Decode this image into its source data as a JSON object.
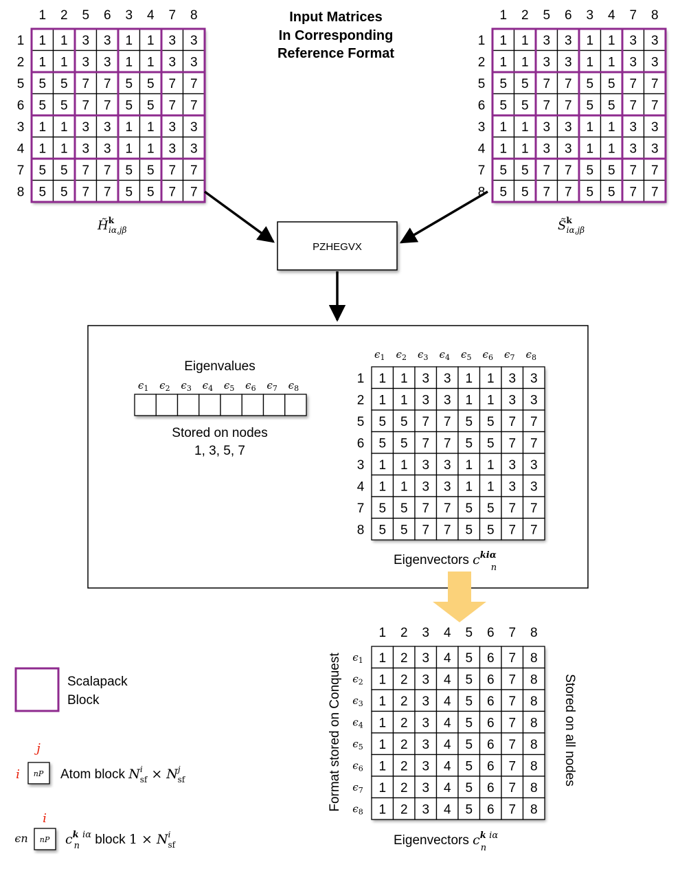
{
  "title_lines": [
    "Input Matrices",
    "In Corresponding",
    "Reference Format"
  ],
  "index_order": [
    "1",
    "2",
    "5",
    "6",
    "3",
    "4",
    "7",
    "8"
  ],
  "natural_order": [
    "1",
    "2",
    "3",
    "4",
    "5",
    "6",
    "7",
    "8"
  ],
  "block_matrix_rows": [
    [
      "1",
      "1",
      "3",
      "3",
      "1",
      "1",
      "3",
      "3"
    ],
    [
      "1",
      "1",
      "3",
      "3",
      "1",
      "1",
      "3",
      "3"
    ],
    [
      "5",
      "5",
      "7",
      "7",
      "5",
      "5",
      "7",
      "7"
    ],
    [
      "5",
      "5",
      "7",
      "7",
      "5",
      "5",
      "7",
      "7"
    ],
    [
      "1",
      "1",
      "3",
      "3",
      "1",
      "1",
      "3",
      "3"
    ],
    [
      "1",
      "1",
      "3",
      "3",
      "1",
      "1",
      "3",
      "3"
    ],
    [
      "5",
      "5",
      "7",
      "7",
      "5",
      "5",
      "7",
      "7"
    ],
    [
      "5",
      "5",
      "7",
      "7",
      "5",
      "5",
      "7",
      "7"
    ]
  ],
  "final_matrix_row": [
    "1",
    "2",
    "3",
    "4",
    "5",
    "6",
    "7",
    "8"
  ],
  "matrix_h_label": {
    "base": "H̃",
    "sup": "k",
    "sub": "iα,jβ"
  },
  "matrix_s_label": {
    "base": "S̃",
    "sup": "k",
    "sub": "iα,jβ"
  },
  "solver_label": "PZHEGVX",
  "eigenvalues": {
    "heading": "Eigenvalues",
    "symbols": [
      "ϵ1",
      "ϵ2",
      "ϵ3",
      "ϵ4",
      "ϵ5",
      "ϵ6",
      "ϵ7",
      "ϵ8"
    ],
    "cell_label": "nP",
    "stored_lines": [
      "Stored on nodes",
      "1, 3, 5, 7"
    ]
  },
  "eigvec_label": {
    "text": "Eigenvectors ",
    "base": "c",
    "sup": "kiα",
    "sub": "n"
  },
  "conquest": {
    "left_label": "Format stored on Conquest",
    "right_label": "Stored on all nodes",
    "bottom_text": "Eigenvectors ",
    "bottom_base": "c",
    "bottom_sup1": "k",
    "bottom_sub": "n",
    "bottom_sup2": "iα"
  },
  "legend": {
    "scalapack_lines": [
      "Scalapack",
      "Block"
    ],
    "atom_index_i": "i",
    "atom_index_j": "j",
    "atom_text": "Atom block ",
    "atom_formula": {
      "N": "N",
      "sup_i": "i",
      "sub": "sf",
      "times": "×",
      "sup_j": "j"
    },
    "coef_symbol": "ϵn",
    "coef_index": "i",
    "coef_formula": {
      "c": "c",
      "sup_k": "k",
      "sub_n": "n",
      "sup_ia": "iα",
      "text": " block ",
      "one": "1 ×",
      "N": "N",
      "sup_i": "i",
      "sub": "sf"
    }
  },
  "colors": {
    "scalapack_block": "#8e2a8e",
    "index_red": "#e8200a",
    "big_arrow": "#fbd27a"
  }
}
